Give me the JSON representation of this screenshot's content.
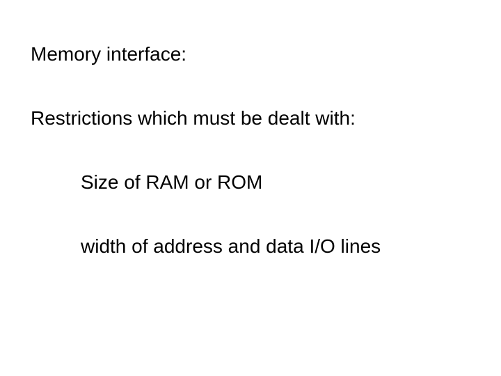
{
  "slide": {
    "heading": "Memory interface:",
    "subheading": "Restrictions which must be dealt with:",
    "items": [
      "Size of RAM or ROM",
      "width of address and data I/O lines"
    ]
  }
}
